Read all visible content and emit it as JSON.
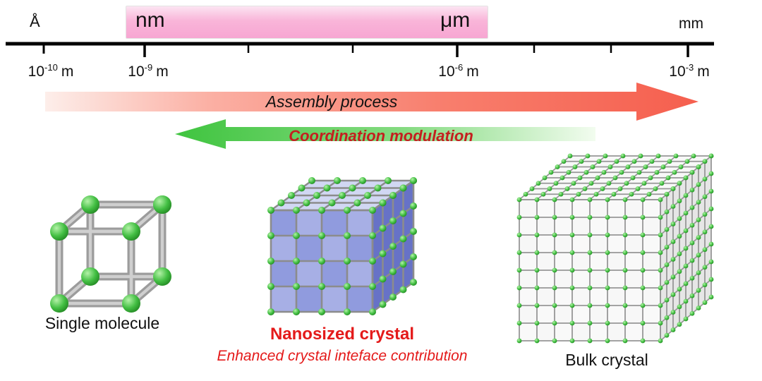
{
  "scale": {
    "angstrom_label": "Å",
    "nm_label": "nm",
    "um_label": "μm",
    "mm_label": "mm",
    "highlight_color": "#f7a6d2",
    "labels": [
      {
        "base": "10",
        "exp": "-10",
        "unit": "m"
      },
      {
        "base": "10",
        "exp": "-9",
        "unit": "m"
      },
      {
        "base": "10",
        "exp": "-6",
        "unit": "m"
      },
      {
        "base": "10",
        "exp": "-3",
        "unit": "m"
      }
    ]
  },
  "arrows": {
    "assembly": {
      "label": "Assembly process",
      "color": "#f55f4e",
      "direction": "right"
    },
    "coordination": {
      "label": "Coordination modulation",
      "color": "#3fc43f",
      "text_color": "#c41f1f",
      "direction": "left"
    }
  },
  "structures": [
    {
      "id": "single-molecule",
      "caption": "Single molecule"
    },
    {
      "id": "nanosized-crystal",
      "caption": "Nanosized crystal",
      "subcaption": "Enhanced crystal inteface contribution",
      "face_color": "#7d89d8"
    },
    {
      "id": "bulk-crystal",
      "caption": "Bulk crystal"
    }
  ],
  "colors": {
    "node_green": "#43bf43",
    "strut_gray": "#9c9c9c"
  }
}
